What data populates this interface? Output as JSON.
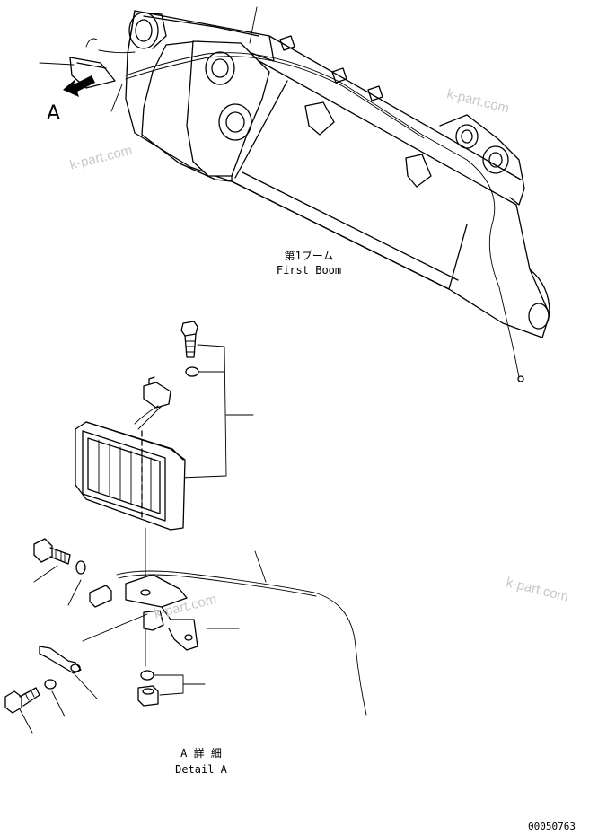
{
  "labels": {
    "boom_jp": "第1ブーム",
    "boom_en": "First Boom",
    "detail_jp": "A 詳 細",
    "detail_en": "Detail A",
    "view_marker": "A",
    "doc_code": "00050763"
  },
  "watermarks": [
    "k-part.com",
    "k-part.com",
    "k-part.com",
    "k-part.com"
  ]
}
